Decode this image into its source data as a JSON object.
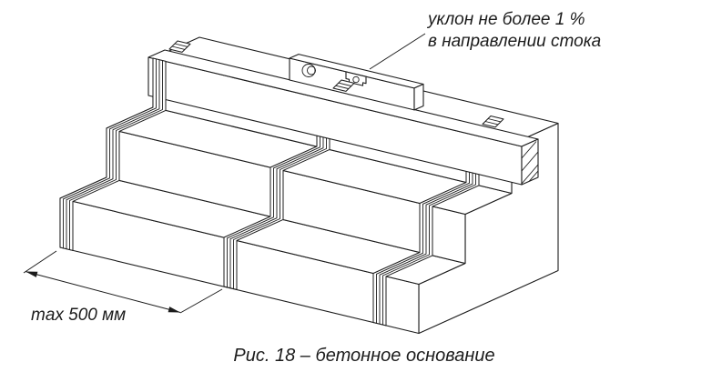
{
  "figure": {
    "annotation": {
      "line1": "уклон не более 1 %",
      "line2": "в направлении стока"
    },
    "dimension_label": "max 500 мм",
    "caption": "Рис. 18 – бетонное основание"
  },
  "colors": {
    "line": "#1c1c1c",
    "background": "#ffffff"
  }
}
